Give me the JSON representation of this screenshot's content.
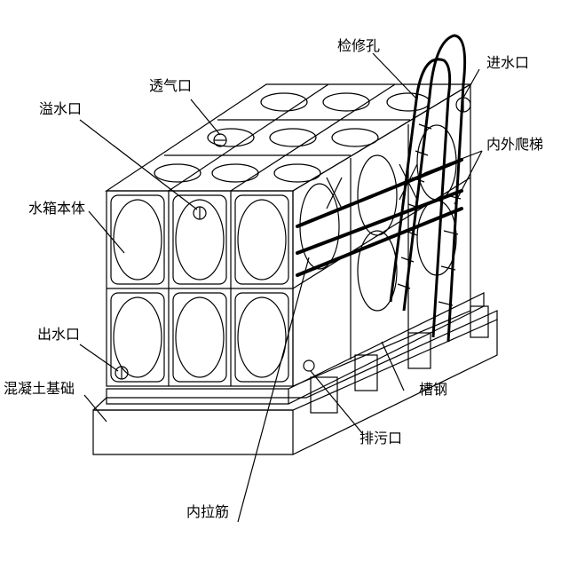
{
  "labels": {
    "inspection_hole": "检修孔",
    "inlet": "进水口",
    "vent": "透气口",
    "overflow": "溢水口",
    "ladder": "内外爬梯",
    "tank_body": "水箱本体",
    "outlet": "出水口",
    "foundation": "混凝土基础",
    "channel_steel": "槽钢",
    "drain": "排污口",
    "tie_rod": "内拉筋"
  }
}
